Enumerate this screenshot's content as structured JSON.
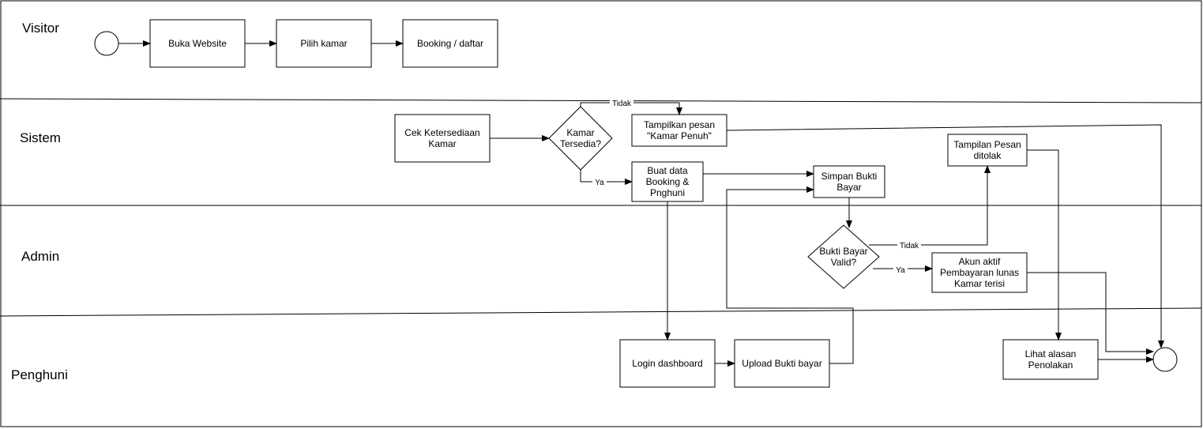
{
  "diagram": {
    "lanes": {
      "visitor": "Visitor",
      "sistem": "Sistem",
      "admin": "Admin",
      "penghuni": "Penghuni"
    },
    "nodes": {
      "buka_website": [
        "Buka Website"
      ],
      "pilih_kamar": [
        "Pilih kamar"
      ],
      "booking_daftar": [
        "Booking / daftar"
      ],
      "cek_ketersediaan": [
        "Cek Ketersediaan",
        "Kamar"
      ],
      "kamar_tersedia": [
        "Kamar",
        "Tersedia?"
      ],
      "tampilkan_pesan": [
        "Tampilkan pesan",
        "\"Kamar Penuh\""
      ],
      "buat_data": [
        "Buat data",
        "Booking &",
        "Pnghuni"
      ],
      "simpan_bukti": [
        "Simpan Bukti",
        "Bayar"
      ],
      "tampilan_ditolak": [
        "Tampilan Pesan",
        "ditolak"
      ],
      "bukti_valid": [
        "Bukti Bayar",
        "Valid?"
      ],
      "akun_aktif": [
        "Akun aktif",
        "Pembayaran lunas",
        "Kamar terisi"
      ],
      "login_dashboard": [
        "Login dashboard"
      ],
      "upload_bukti": [
        "Upload Bukti bayar"
      ],
      "lihat_alasan": [
        "Lihat alasan",
        "Penolakan"
      ]
    },
    "edge_labels": {
      "tidak_kamar": "Tidak",
      "ya_kamar": "Ya",
      "tidak_bukti": "Tidak",
      "ya_bukti": "Ya"
    }
  }
}
